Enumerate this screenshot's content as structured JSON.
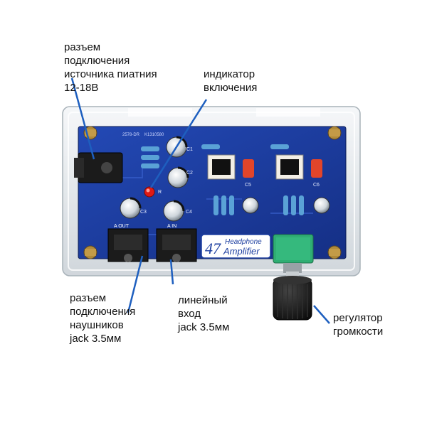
{
  "callouts": {
    "power_jack": "разъем\nподключения\nисточника пиатния\n12-18В",
    "power_indicator": "индикатор\nвключения",
    "headphone_jack": "разъем\nподключения\nнаушников\njack 3.5мм",
    "line_input": "линейный\nвход\njack 3.5мм",
    "volume_knob": "регулятор\nгромкости"
  },
  "board": {
    "brand_number": "47",
    "brand_line1": "Headphone",
    "brand_line2": "Amplifier",
    "silkscreen_top_left": "2578-DR",
    "silkscreen_top_mid": "K1310580",
    "label_out": "A OUT",
    "label_in": "A IN",
    "label_c3": "C3",
    "label_c4": "C4",
    "label_c5": "C5",
    "label_c6": "C6",
    "label_c1": "C1",
    "label_c2": "C2",
    "label_r": "R"
  },
  "colors": {
    "pcb": "#1d3fa0",
    "pcb_dark": "#12286e",
    "case": "#e8ecef",
    "indicator_led": "#e01a14",
    "callout_line": "#1e5fbf",
    "potentiometer": "#2fae73",
    "knob": "#1a1a1a"
  }
}
